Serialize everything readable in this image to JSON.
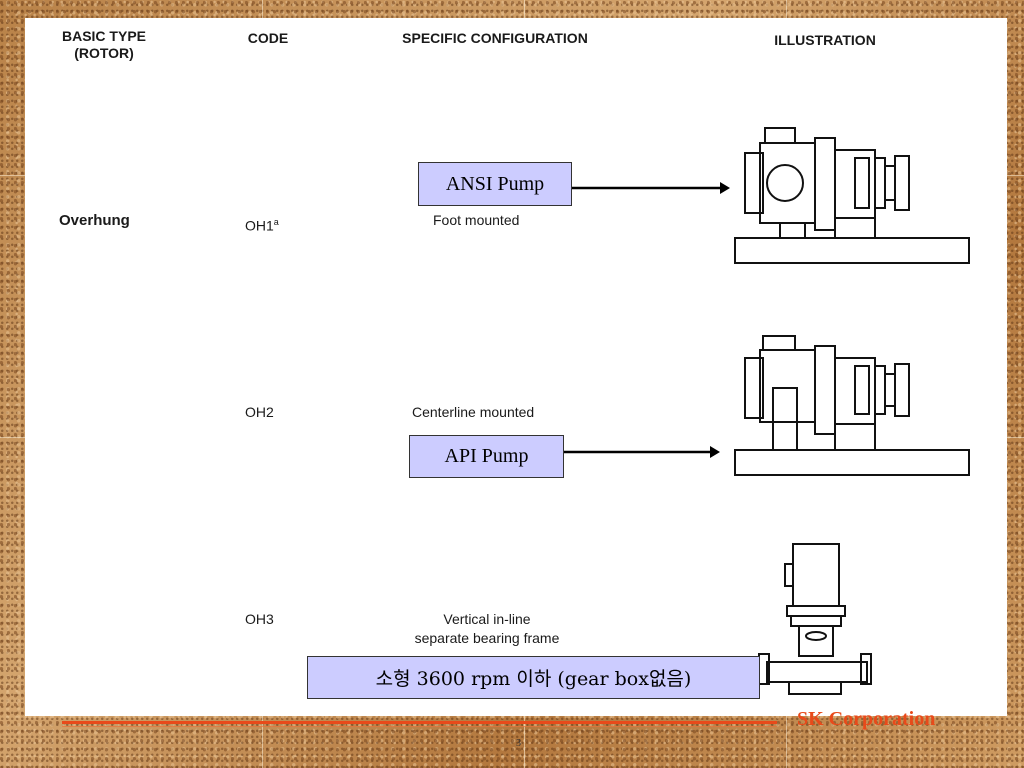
{
  "table": {
    "headers": {
      "basic_type": "BASIC TYPE",
      "basic_type_sub": "(ROTOR)",
      "code": "CODE",
      "config": "SPECIFIC CONFIGURATION",
      "illustration": "ILLUSTRATION"
    },
    "basic_type_value": "Overhung",
    "rows": [
      {
        "code": "OH1",
        "code_sup": "a",
        "config": "Foot mounted"
      },
      {
        "code": "OH2",
        "code_sup": "",
        "config": "Centerline mounted"
      },
      {
        "code": "OH3",
        "code_sup": "",
        "config_line1": "Vertical in-line",
        "config_line2": "separate bearing frame"
      }
    ]
  },
  "callouts": {
    "ansi": "ANSI Pump",
    "api": "API  Pump",
    "small": "소형 3600 rpm 이하 (gear box없음)"
  },
  "footer": {
    "company": "SK Corporation",
    "page": "3"
  },
  "colors": {
    "callout_bg": "#ccccff",
    "footer_accent": "#e84a1a"
  }
}
